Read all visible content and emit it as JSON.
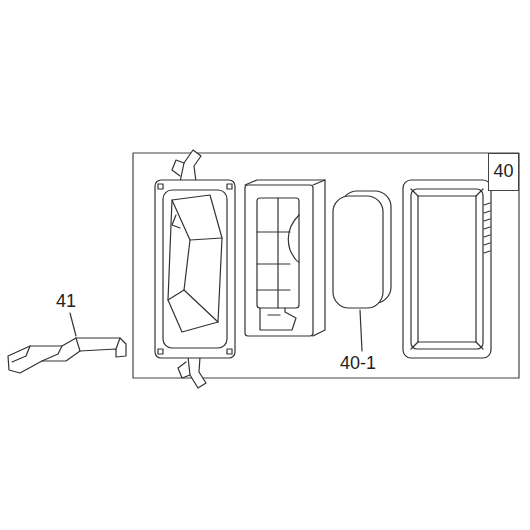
{
  "diagram": {
    "nodes": [
      {
        "text": [
          "40"
        ]
      }
    ],
    "labels": [
      "41",
      "40-1"
    ]
  }
}
